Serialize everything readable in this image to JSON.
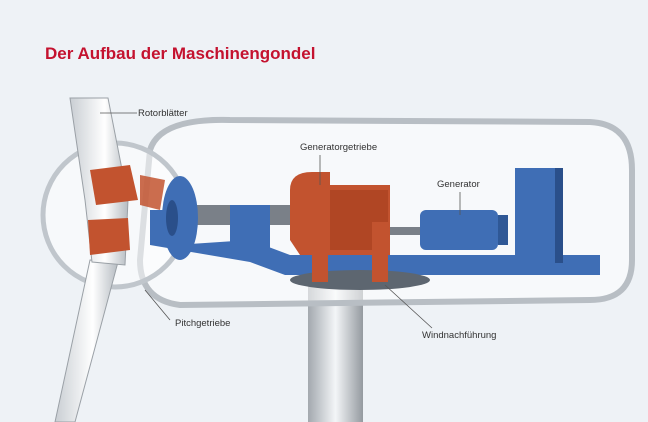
{
  "title": "Der Aufbau der Maschinengondel",
  "labels": {
    "rotor_blades": "Rotorblätter",
    "gearbox": "Generatorgetriebe",
    "generator": "Generator",
    "pitch_drive": "Pitchgetriebe",
    "yaw_drive": "Windnachführung"
  },
  "colors": {
    "title": "#c4122f",
    "components_blue": "#3f6eb5",
    "components_red": "#c2532f",
    "housing": "#ffffff"
  }
}
